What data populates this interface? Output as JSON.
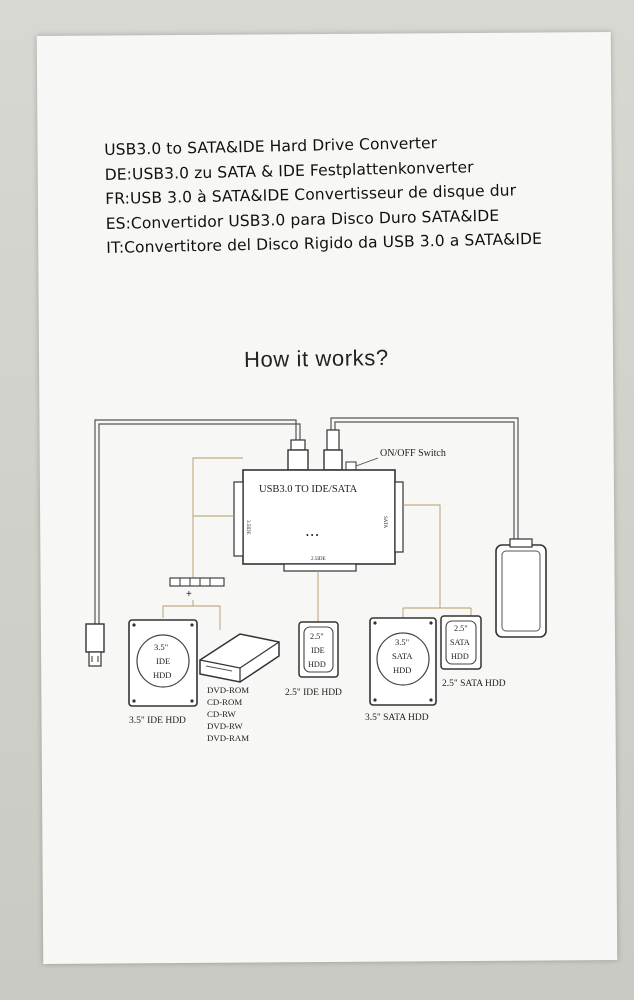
{
  "titles": [
    "USB3.0 to SATA&IDE Hard Drive Converter",
    "DE:USB3.0 zu SATA & IDE Festplattenkonverter",
    "FR:USB 3.0 à SATA&IDE  Convertisseur de disque dur",
    "ES:Convertidor USB3.0 para Disco Duro SATA&IDE",
    "IT:Convertitore del Disco Rigido da USB 3.0 a SATA&IDE"
  ],
  "heading": "How it works?",
  "diagram": {
    "switch_label": "ON/OFF Switch",
    "converter_label": "USB3.0 TO IDE/SATA",
    "port_left": "3.5IDE",
    "port_right": "SATA",
    "port_bottom": "2.5IDE",
    "dots": "• • •",
    "power_plus": "+",
    "hdd35_ide": {
      "size": "3.5\"",
      "type": "IDE",
      "unit": "HDD",
      "caption": "3.5\"  IDE HDD"
    },
    "optical_list": [
      "DVD-ROM",
      "CD-ROM",
      "CD-RW",
      "DVD-RW",
      "DVD-RAM"
    ],
    "hdd25_ide": {
      "size": "2.5\"",
      "type": "IDE",
      "unit": "HDD",
      "caption": "2.5\"  IDE HDD"
    },
    "hdd35_sata": {
      "size": "3.5\"",
      "type": "SATA",
      "unit": "HDD",
      "caption": "3.5\"  SATA HDD"
    },
    "hdd25_sata": {
      "size": "2.5\"",
      "type": "SATA",
      "unit": "HDD",
      "caption": "2.5\"  SATA HDD"
    }
  }
}
